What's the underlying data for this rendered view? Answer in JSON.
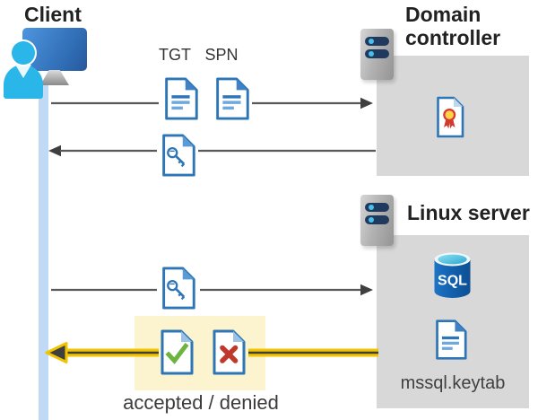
{
  "client": {
    "label": "Client"
  },
  "domain_controller": {
    "title": "Domain controller"
  },
  "linux_server": {
    "title": "Linux server",
    "sql_badge": "SQL",
    "keytab_file": "mssql.keytab"
  },
  "messages": {
    "tgt": "TGT",
    "spn": "SPN",
    "result": "accepted / denied"
  },
  "colors": {
    "doc_blue": "#2e75b6",
    "doc_line_light": "#6fa8dc",
    "panel_gray": "#d8d8d8",
    "highlight_yellow": "#fcf4cf",
    "arrow_gray": "#595959",
    "arrow_gold": "#f2c400",
    "check_green": "#6cb33f",
    "cross_red": "#c0372b",
    "lifeline_blue": "#c0d9f4",
    "client_cyan": "#2ab6e8"
  }
}
